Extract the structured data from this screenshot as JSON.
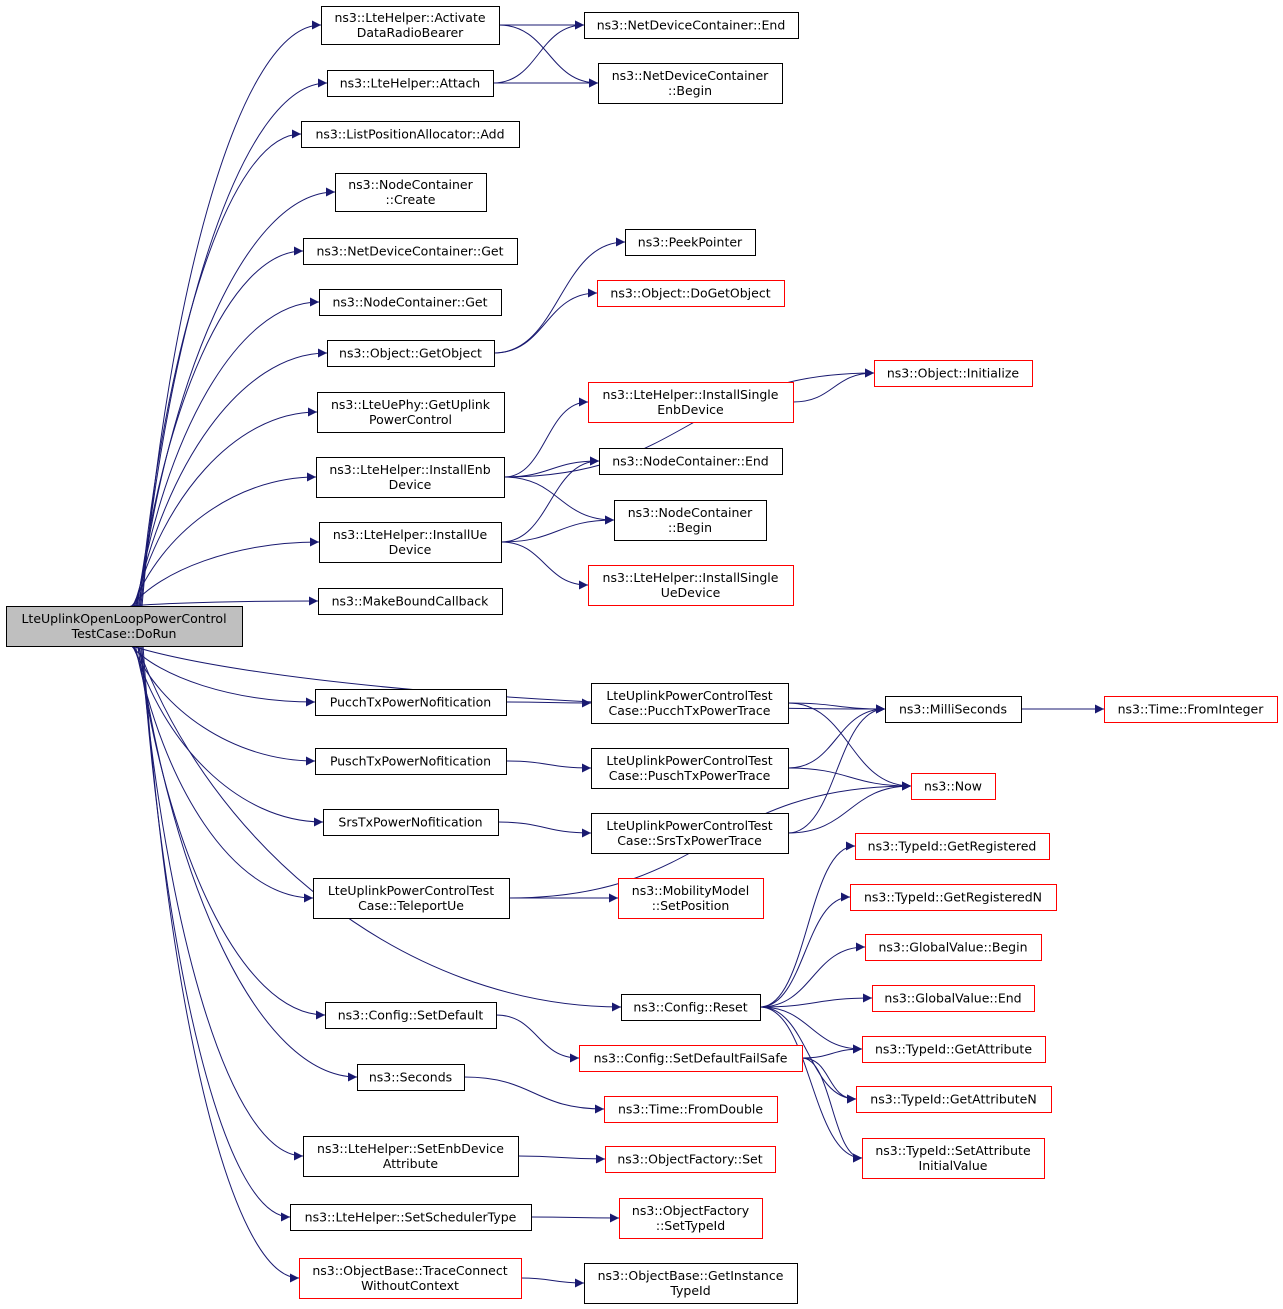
{
  "nodes": [
    {
      "id": "root",
      "lines": [
        "LteUplinkOpenLoopPowerControl",
        "TestCase::DoRun"
      ],
      "style": "root"
    },
    {
      "id": "activateDRB",
      "lines": [
        "ns3::LteHelper::Activate",
        "DataRadioBearer"
      ],
      "style": "black"
    },
    {
      "id": "attach",
      "lines": [
        "ns3::LteHelper::Attach"
      ],
      "style": "black"
    },
    {
      "id": "lpaAdd",
      "lines": [
        "ns3::ListPositionAllocator::Add"
      ],
      "style": "black"
    },
    {
      "id": "ncCreate",
      "lines": [
        "ns3::NodeContainer",
        "::Create"
      ],
      "style": "black"
    },
    {
      "id": "ndcGet",
      "lines": [
        "ns3::NetDeviceContainer::Get"
      ],
      "style": "black"
    },
    {
      "id": "ncGet",
      "lines": [
        "ns3::NodeContainer::Get"
      ],
      "style": "black"
    },
    {
      "id": "objGetObject",
      "lines": [
        "ns3::Object::GetObject"
      ],
      "style": "black"
    },
    {
      "id": "getUplinkPC",
      "lines": [
        "ns3::LteUePhy::GetUplink",
        "PowerControl"
      ],
      "style": "black"
    },
    {
      "id": "installEnb",
      "lines": [
        "ns3::LteHelper::InstallEnb",
        "Device"
      ],
      "style": "black"
    },
    {
      "id": "installUe",
      "lines": [
        "ns3::LteHelper::InstallUe",
        "Device"
      ],
      "style": "black"
    },
    {
      "id": "makeBound",
      "lines": [
        "ns3::MakeBoundCallback"
      ],
      "style": "black"
    },
    {
      "id": "pucchNotif",
      "lines": [
        "PucchTxPowerNofitication"
      ],
      "style": "black"
    },
    {
      "id": "puschNotif",
      "lines": [
        "PuschTxPowerNofitication"
      ],
      "style": "black"
    },
    {
      "id": "srsNotif",
      "lines": [
        "SrsTxPowerNofitication"
      ],
      "style": "black"
    },
    {
      "id": "teleport",
      "lines": [
        "LteUplinkPowerControlTest",
        "Case::TeleportUe"
      ],
      "style": "black"
    },
    {
      "id": "cfgSetDefault",
      "lines": [
        "ns3::Config::SetDefault"
      ],
      "style": "black"
    },
    {
      "id": "seconds",
      "lines": [
        "ns3::Seconds"
      ],
      "style": "black"
    },
    {
      "id": "setEnbAttr",
      "lines": [
        "ns3::LteHelper::SetEnbDevice",
        "Attribute"
      ],
      "style": "black"
    },
    {
      "id": "setSched",
      "lines": [
        "ns3::LteHelper::SetSchedulerType"
      ],
      "style": "black"
    },
    {
      "id": "traceConnect",
      "lines": [
        "ns3::ObjectBase::TraceConnect",
        "WithoutContext"
      ],
      "style": "red"
    },
    {
      "id": "ndcEnd",
      "lines": [
        "ns3::NetDeviceContainer::End"
      ],
      "style": "black"
    },
    {
      "id": "ndcBegin",
      "lines": [
        "ns3::NetDeviceContainer",
        "::Begin"
      ],
      "style": "black"
    },
    {
      "id": "peekPointer",
      "lines": [
        "ns3::PeekPointer"
      ],
      "style": "black"
    },
    {
      "id": "doGetObject",
      "lines": [
        "ns3::Object::DoGetObject"
      ],
      "style": "red"
    },
    {
      "id": "objInit",
      "lines": [
        "ns3::Object::Initialize"
      ],
      "style": "red"
    },
    {
      "id": "installSingleEnb",
      "lines": [
        "ns3::LteHelper::InstallSingle",
        "EnbDevice"
      ],
      "style": "red"
    },
    {
      "id": "ncEnd",
      "lines": [
        "ns3::NodeContainer::End"
      ],
      "style": "black"
    },
    {
      "id": "ncBegin",
      "lines": [
        "ns3::NodeContainer",
        "::Begin"
      ],
      "style": "black"
    },
    {
      "id": "installSingleUe",
      "lines": [
        "ns3::LteHelper::InstallSingle",
        "UeDevice"
      ],
      "style": "red"
    },
    {
      "id": "pucchTrace",
      "lines": [
        "LteUplinkPowerControlTest",
        "Case::PucchTxPowerTrace"
      ],
      "style": "black"
    },
    {
      "id": "puschTrace",
      "lines": [
        "LteUplinkPowerControlTest",
        "Case::PuschTxPowerTrace"
      ],
      "style": "black"
    },
    {
      "id": "srsTrace",
      "lines": [
        "LteUplinkPowerControlTest",
        "Case::SrsTxPowerTrace"
      ],
      "style": "black"
    },
    {
      "id": "milliSeconds",
      "lines": [
        "ns3::MilliSeconds"
      ],
      "style": "black"
    },
    {
      "id": "timeFromInteger",
      "lines": [
        "ns3::Time::FromInteger"
      ],
      "style": "red"
    },
    {
      "id": "now",
      "lines": [
        "ns3::Now"
      ],
      "style": "red"
    },
    {
      "id": "setPosition",
      "lines": [
        "ns3::MobilityModel",
        "::SetPosition"
      ],
      "style": "red"
    },
    {
      "id": "cfgReset",
      "lines": [
        "ns3::Config::Reset"
      ],
      "style": "black"
    },
    {
      "id": "getRegistered",
      "lines": [
        "ns3::TypeId::GetRegistered"
      ],
      "style": "red"
    },
    {
      "id": "getRegisteredN",
      "lines": [
        "ns3::TypeId::GetRegisteredN"
      ],
      "style": "red"
    },
    {
      "id": "gvBegin",
      "lines": [
        "ns3::GlobalValue::Begin"
      ],
      "style": "red"
    },
    {
      "id": "gvEnd",
      "lines": [
        "ns3::GlobalValue::End"
      ],
      "style": "red"
    },
    {
      "id": "cfgSetDefaultFS",
      "lines": [
        "ns3::Config::SetDefaultFailSafe"
      ],
      "style": "red"
    },
    {
      "id": "getAttribute",
      "lines": [
        "ns3::TypeId::GetAttribute"
      ],
      "style": "red"
    },
    {
      "id": "getAttributeN",
      "lines": [
        "ns3::TypeId::GetAttributeN"
      ],
      "style": "red"
    },
    {
      "id": "setAttrInit",
      "lines": [
        "ns3::TypeId::SetAttribute",
        "InitialValue"
      ],
      "style": "red"
    },
    {
      "id": "timeFromDouble",
      "lines": [
        "ns3::Time::FromDouble"
      ],
      "style": "red"
    },
    {
      "id": "ofSet",
      "lines": [
        "ns3::ObjectFactory::Set"
      ],
      "style": "red"
    },
    {
      "id": "ofSetTypeId",
      "lines": [
        "ns3::ObjectFactory",
        "::SetTypeId"
      ],
      "style": "red"
    },
    {
      "id": "getInstanceTypeId",
      "lines": [
        "ns3::ObjectBase::GetInstance",
        "TypeId"
      ],
      "style": "black"
    }
  ],
  "edges": [
    {
      "from": "root",
      "to": "activateDRB"
    },
    {
      "from": "root",
      "to": "attach"
    },
    {
      "from": "root",
      "to": "lpaAdd"
    },
    {
      "from": "root",
      "to": "ncCreate"
    },
    {
      "from": "root",
      "to": "ndcGet"
    },
    {
      "from": "root",
      "to": "ncGet"
    },
    {
      "from": "root",
      "to": "objGetObject"
    },
    {
      "from": "root",
      "to": "getUplinkPC"
    },
    {
      "from": "root",
      "to": "installEnb"
    },
    {
      "from": "root",
      "to": "installUe"
    },
    {
      "from": "root",
      "to": "makeBound"
    },
    {
      "from": "root",
      "to": "milliSeconds"
    },
    {
      "from": "root",
      "to": "pucchNotif"
    },
    {
      "from": "root",
      "to": "puschNotif"
    },
    {
      "from": "root",
      "to": "srsNotif"
    },
    {
      "from": "root",
      "to": "teleport"
    },
    {
      "from": "root",
      "to": "cfgReset"
    },
    {
      "from": "root",
      "to": "cfgSetDefault"
    },
    {
      "from": "root",
      "to": "seconds"
    },
    {
      "from": "root",
      "to": "setEnbAttr"
    },
    {
      "from": "root",
      "to": "setSched"
    },
    {
      "from": "root",
      "to": "traceConnect"
    },
    {
      "from": "activateDRB",
      "to": "ndcEnd"
    },
    {
      "from": "activateDRB",
      "to": "ndcBegin"
    },
    {
      "from": "attach",
      "to": "ndcEnd"
    },
    {
      "from": "attach",
      "to": "ndcBegin"
    },
    {
      "from": "objGetObject",
      "to": "peekPointer"
    },
    {
      "from": "objGetObject",
      "to": "doGetObject"
    },
    {
      "from": "installEnb",
      "to": "objInit"
    },
    {
      "from": "installEnb",
      "to": "installSingleEnb"
    },
    {
      "from": "installEnb",
      "to": "ncEnd"
    },
    {
      "from": "installEnb",
      "to": "ncBegin"
    },
    {
      "from": "installSingleEnb",
      "to": "objInit"
    },
    {
      "from": "installUe",
      "to": "ncEnd"
    },
    {
      "from": "installUe",
      "to": "ncBegin"
    },
    {
      "from": "installUe",
      "to": "installSingleUe"
    },
    {
      "from": "pucchNotif",
      "to": "pucchTrace"
    },
    {
      "from": "puschNotif",
      "to": "puschTrace"
    },
    {
      "from": "srsNotif",
      "to": "srsTrace"
    },
    {
      "from": "pucchTrace",
      "to": "milliSeconds"
    },
    {
      "from": "pucchTrace",
      "to": "now"
    },
    {
      "from": "puschTrace",
      "to": "milliSeconds"
    },
    {
      "from": "puschTrace",
      "to": "now"
    },
    {
      "from": "srsTrace",
      "to": "milliSeconds"
    },
    {
      "from": "srsTrace",
      "to": "now"
    },
    {
      "from": "milliSeconds",
      "to": "timeFromInteger"
    },
    {
      "from": "teleport",
      "to": "setPosition"
    },
    {
      "from": "teleport",
      "to": "now"
    },
    {
      "from": "cfgReset",
      "to": "getRegistered"
    },
    {
      "from": "cfgReset",
      "to": "getRegisteredN"
    },
    {
      "from": "cfgReset",
      "to": "gvBegin"
    },
    {
      "from": "cfgReset",
      "to": "gvEnd"
    },
    {
      "from": "cfgReset",
      "to": "getAttribute"
    },
    {
      "from": "cfgReset",
      "to": "getAttributeN"
    },
    {
      "from": "cfgReset",
      "to": "setAttrInit"
    },
    {
      "from": "cfgSetDefault",
      "to": "cfgSetDefaultFS"
    },
    {
      "from": "cfgSetDefaultFS",
      "to": "getAttribute"
    },
    {
      "from": "cfgSetDefaultFS",
      "to": "getAttributeN"
    },
    {
      "from": "cfgSetDefaultFS",
      "to": "setAttrInit"
    },
    {
      "from": "seconds",
      "to": "timeFromDouble"
    },
    {
      "from": "setEnbAttr",
      "to": "ofSet"
    },
    {
      "from": "setSched",
      "to": "ofSetTypeId"
    },
    {
      "from": "traceConnect",
      "to": "getInstanceTypeId"
    }
  ],
  "colors": {
    "edge": "#191970",
    "border": "#000000",
    "border_red": "#ff0000",
    "root_fill": "#bfbfbf"
  }
}
